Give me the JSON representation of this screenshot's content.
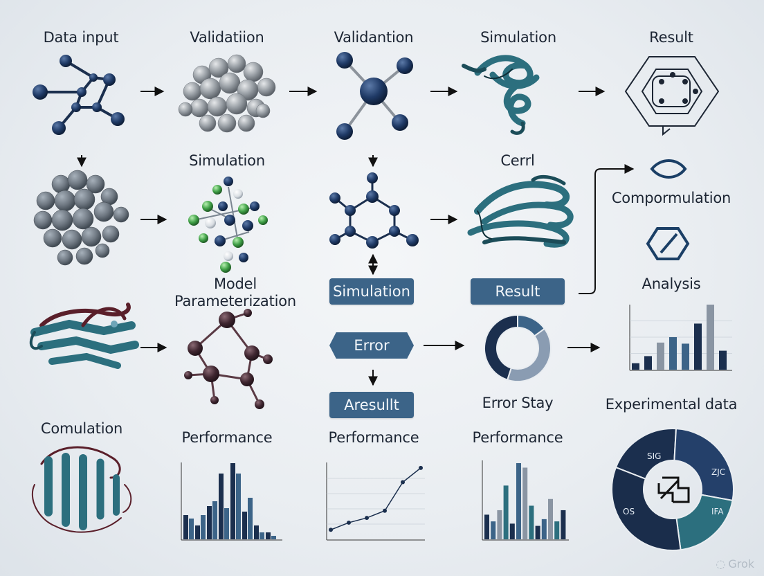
{
  "labels": {
    "r1c1": "Data input",
    "r1c2": "Validatiion",
    "r1c3": "Validantion",
    "r1c4": "Simulation",
    "r1c5": "Result",
    "r2c2": "Simulation",
    "r2c4": "Cerrl",
    "r2c5": "Compormulation",
    "r3c2_line1": "Model",
    "r3c2_line2": "Parameterization",
    "r3c5": "Analysis",
    "r4c1": "Comulation",
    "r4c2": "Performance",
    "r4c3": "Performance",
    "r4c4": "Performance",
    "error_stay": "Error Stay",
    "experimental": "Experimental data"
  },
  "pills": {
    "simulation": "Simulation",
    "result": "Result",
    "error": "Error",
    "aresult": "Aresullt"
  },
  "donut_labels": {
    "left": "OS",
    "top_left": "SIG",
    "right": "ZJC",
    "bottom_right": "IFA"
  },
  "watermark": "Grok",
  "colors": {
    "navy": "#1b2f4e",
    "teal": "#2c6f7e",
    "steel": "#3c6488",
    "gray": "#8a95a3",
    "maroon": "#5a1f2a"
  },
  "chart_data": [
    {
      "type": "bar",
      "title": "Performance",
      "series": [
        {
          "values": [
            35,
            20,
            48,
            95,
            110,
            40,
            20,
            10
          ]
        },
        {
          "values": [
            30,
            35,
            55,
            45,
            95,
            60,
            10,
            5
          ]
        }
      ]
    },
    {
      "type": "line",
      "title": "Performance",
      "x": [
        0,
        1,
        2,
        3,
        4,
        5
      ],
      "y": [
        20,
        35,
        45,
        60,
        120,
        150
      ]
    },
    {
      "type": "bar",
      "title": "Performance",
      "values": [
        55,
        40,
        65,
        120,
        35,
        170,
        160,
        75,
        30,
        45,
        90,
        40,
        65
      ]
    },
    {
      "type": "bar",
      "title": "Analysis",
      "values": [
        12,
        25,
        50,
        60,
        48,
        85,
        120,
        35
      ]
    },
    {
      "type": "pie",
      "title": "Experimental data",
      "slices": [
        {
          "label": "SIG",
          "value": 20
        },
        {
          "label": "ZJC",
          "value": 27
        },
        {
          "label": "IFA",
          "value": 20
        },
        {
          "label": "OS",
          "value": 33
        }
      ]
    },
    {
      "type": "pie",
      "title": "Error Stay",
      "slices": [
        {
          "value": 15
        },
        {
          "value": 40
        },
        {
          "value": 45
        }
      ]
    }
  ]
}
